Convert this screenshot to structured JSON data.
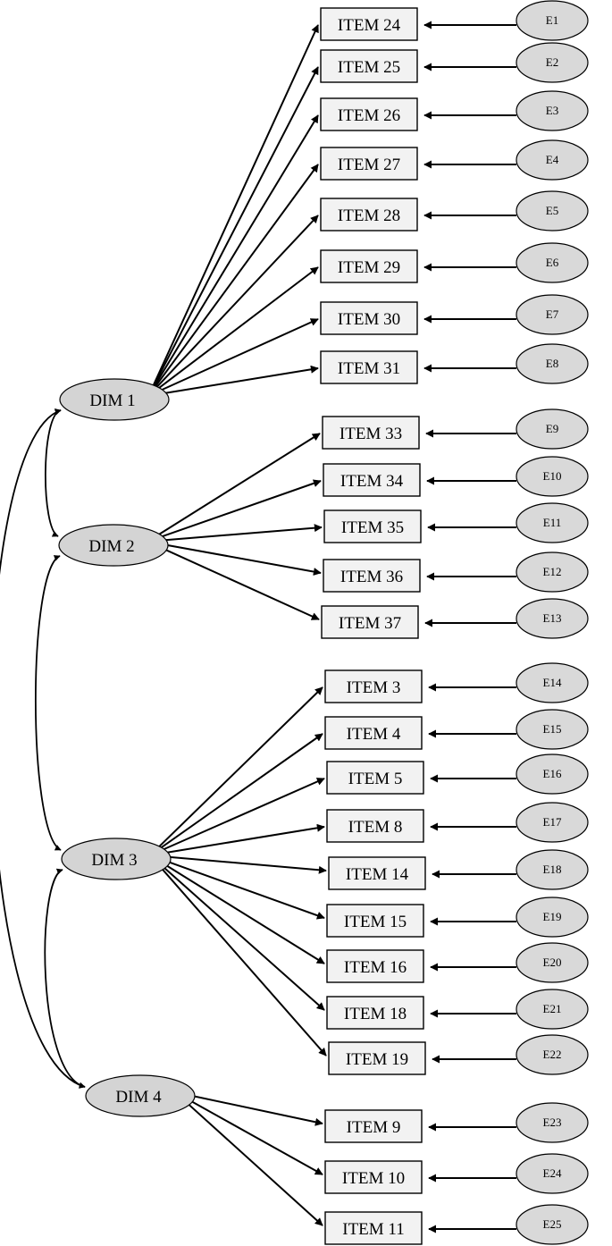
{
  "dimensions": [
    {
      "id": "d1",
      "label": "DIM 1"
    },
    {
      "id": "d2",
      "label": "DIM 2"
    },
    {
      "id": "d3",
      "label": "DIM 3"
    },
    {
      "id": "d4",
      "label": "DIM 4"
    }
  ],
  "items": [
    {
      "id": "i24",
      "label": "ITEM 24",
      "dim": "d1",
      "error": "E1"
    },
    {
      "id": "i25",
      "label": "ITEM 25",
      "dim": "d1",
      "error": "E2"
    },
    {
      "id": "i26",
      "label": "ITEM 26",
      "dim": "d1",
      "error": "E3"
    },
    {
      "id": "i27",
      "label": "ITEM 27",
      "dim": "d1",
      "error": "E4"
    },
    {
      "id": "i28",
      "label": "ITEM 28",
      "dim": "d1",
      "error": "E5"
    },
    {
      "id": "i29",
      "label": "ITEM 29",
      "dim": "d1",
      "error": "E6"
    },
    {
      "id": "i30",
      "label": "ITEM 30",
      "dim": "d1",
      "error": "E7"
    },
    {
      "id": "i31",
      "label": "ITEM 31",
      "dim": "d1",
      "error": "E8"
    },
    {
      "id": "i33",
      "label": "ITEM 33",
      "dim": "d2",
      "error": "E9"
    },
    {
      "id": "i34",
      "label": "ITEM 34",
      "dim": "d2",
      "error": "E10"
    },
    {
      "id": "i35",
      "label": "ITEM 35",
      "dim": "d2",
      "error": "E11"
    },
    {
      "id": "i36",
      "label": "ITEM 36",
      "dim": "d2",
      "error": "E12"
    },
    {
      "id": "i37",
      "label": "ITEM 37",
      "dim": "d2",
      "error": "E13"
    },
    {
      "id": "i3",
      "label": "ITEM 3",
      "dim": "d3",
      "error": "E14"
    },
    {
      "id": "i4",
      "label": "ITEM 4",
      "dim": "d3",
      "error": "E15"
    },
    {
      "id": "i5",
      "label": "ITEM 5",
      "dim": "d3",
      "error": "E16"
    },
    {
      "id": "i8",
      "label": "ITEM 8",
      "dim": "d3",
      "error": "E17"
    },
    {
      "id": "i14",
      "label": "ITEM 14",
      "dim": "d3",
      "error": "E18"
    },
    {
      "id": "i15",
      "label": "ITEM 15",
      "dim": "d3",
      "error": "E19"
    },
    {
      "id": "i16",
      "label": "ITEM 16",
      "dim": "d3",
      "error": "E20"
    },
    {
      "id": "i18",
      "label": "ITEM 18",
      "dim": "d3",
      "error": "E21"
    },
    {
      "id": "i19",
      "label": "ITEM 19",
      "dim": "d3",
      "error": "E22"
    },
    {
      "id": "i9",
      "label": "ITEM 9",
      "dim": "d4",
      "error": "E23"
    },
    {
      "id": "i10",
      "label": "ITEM 10",
      "dim": "d4",
      "error": "E24"
    },
    {
      "id": "i11",
      "label": "ITEM 11",
      "dim": "d4",
      "error": "E25"
    }
  ],
  "correlations": [
    [
      "d1",
      "d2"
    ],
    [
      "d2",
      "d3"
    ],
    [
      "d3",
      "d4"
    ],
    [
      "d1",
      "d4"
    ]
  ]
}
